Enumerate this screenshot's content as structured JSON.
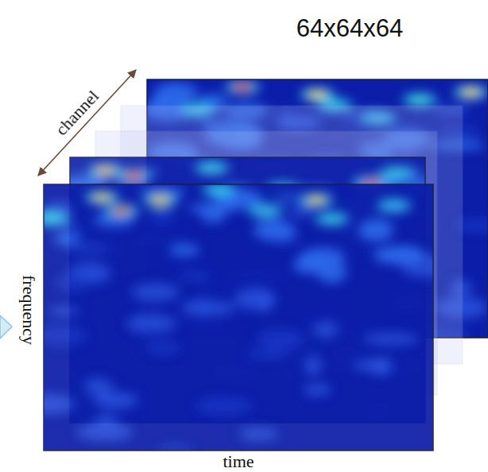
{
  "diagram": {
    "labels": [
      "64x64x64",
      "channel",
      "frequency",
      "time"
    ]
  }
}
